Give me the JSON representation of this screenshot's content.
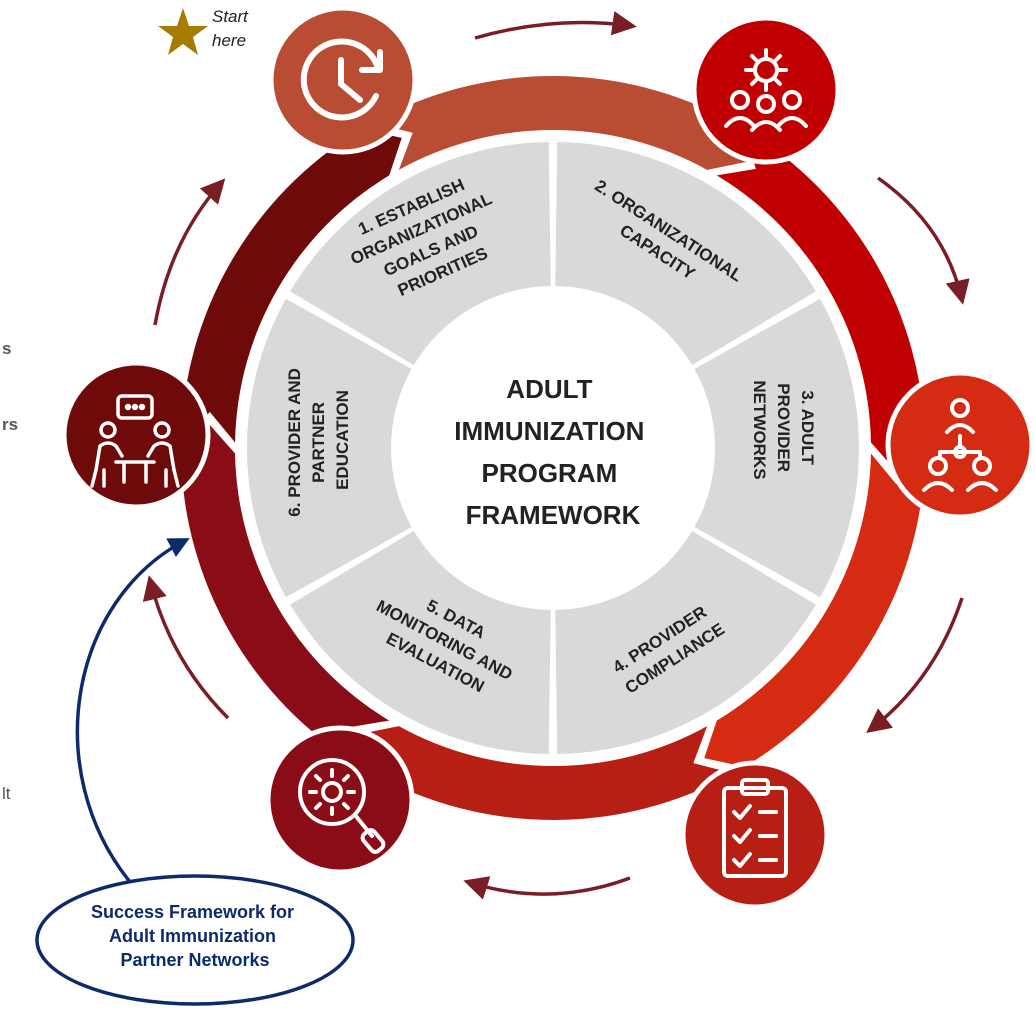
{
  "start_label": [
    "Start",
    "here"
  ],
  "center_title": [
    "ADULT",
    "IMMUNIZATION",
    "PROGRAM",
    "FRAMEWORK"
  ],
  "segments": [
    {
      "label": [
        "1. ESTABLISH",
        "ORGANIZATIONAL",
        "GOALS AND",
        "PRIORITIES"
      ]
    },
    {
      "label": [
        "2. ORGANIZATIONAL",
        "CAPACITY"
      ]
    },
    {
      "label": [
        "3. ADULT",
        "PROVIDER",
        "NETWORKS"
      ]
    },
    {
      "label": [
        "4. PROVIDER",
        "COMPLIANCE"
      ]
    },
    {
      "label": [
        "5. DATA",
        "MONITORING AND",
        "EVALUATION"
      ]
    },
    {
      "label": [
        "6. PROVIDER AND",
        "PARTNER",
        "EDUCATION"
      ]
    }
  ],
  "icons": [
    {
      "name": "clock-refresh-icon",
      "color": "#b94d34"
    },
    {
      "name": "team-gear-icon",
      "color": "#c00000"
    },
    {
      "name": "network-people-icon",
      "color": "#d52b12"
    },
    {
      "name": "clipboard-checklist-icon",
      "color": "#b81f14"
    },
    {
      "name": "gear-magnifier-icon",
      "color": "#8a0c17"
    },
    {
      "name": "meeting-people-icon",
      "color": "#6e0a0a"
    }
  ],
  "ring_colors": [
    "#b94d34",
    "#c00000",
    "#d52b12",
    "#b81f14",
    "#8a0c17",
    "#6e0a0a"
  ],
  "callout_label": [
    "Success Framework for",
    "Adult Immunization",
    "Partner Networks"
  ],
  "edge_fragments": [
    "s",
    "rs",
    "lt"
  ],
  "colors": {
    "segment_fill": "#d9d9d9",
    "arrow": "#7a1e25",
    "callout": "#0d2b6b",
    "star": "#a57c00",
    "edge_text": "#555555"
  }
}
